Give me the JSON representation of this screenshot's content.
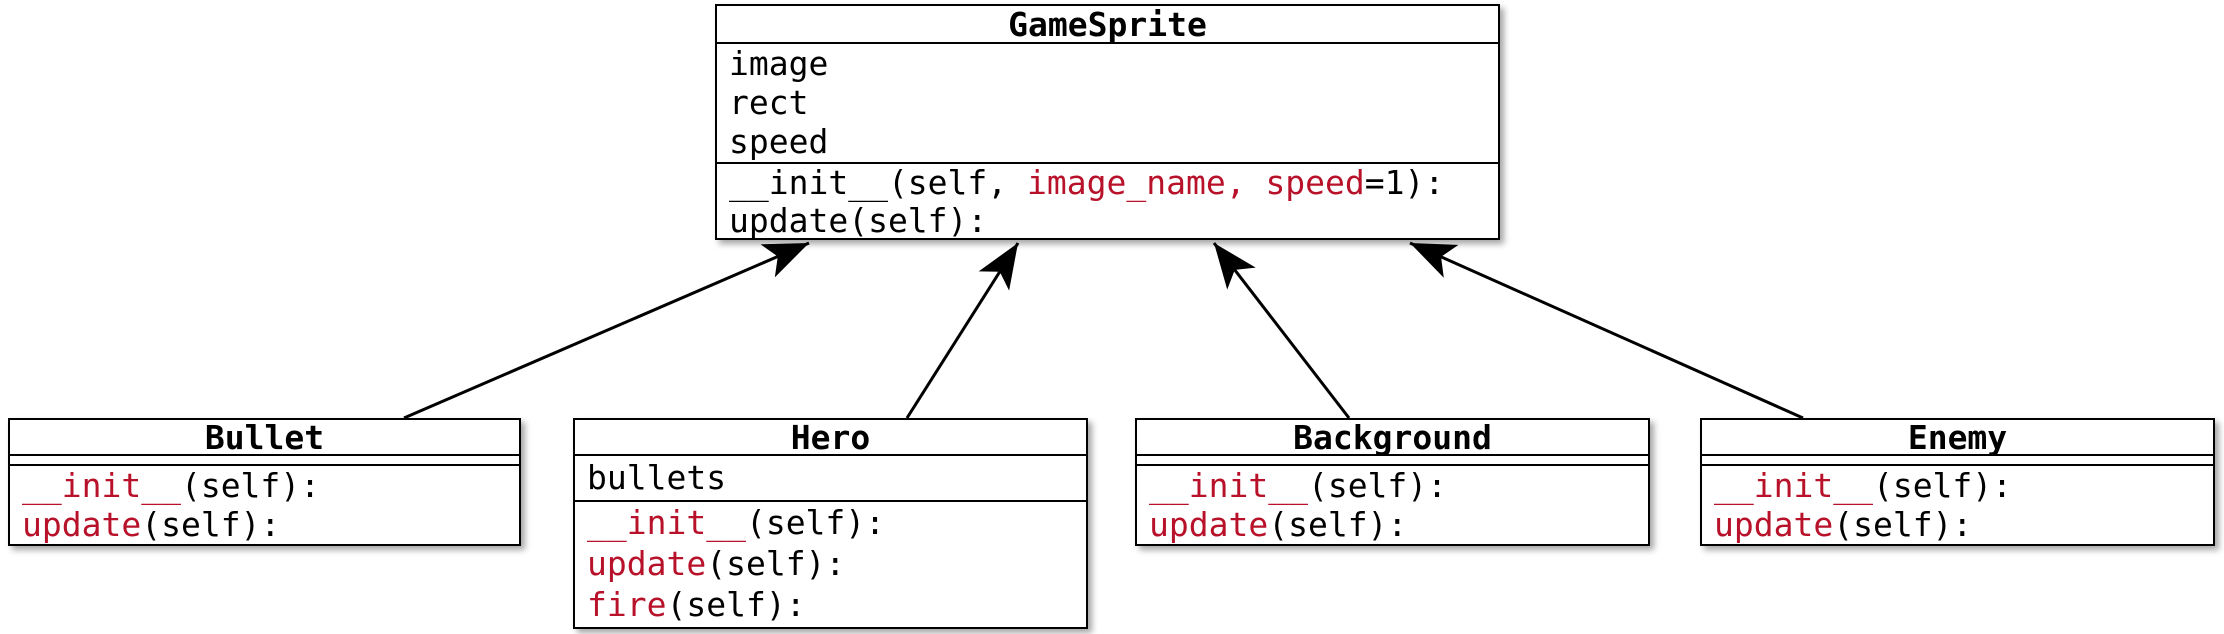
{
  "diagram": {
    "kind": "uml-class-inheritance",
    "colors": {
      "accent": "#B8122B",
      "plain": "#000000",
      "border": "#000000",
      "background": "#FFFFFF"
    },
    "classes": [
      {
        "id": "gamesprite",
        "name": "GameSprite",
        "attributes": [
          "image",
          "rect",
          "speed"
        ],
        "methods": [
          {
            "segments": [
              [
                "__init__(self, ",
                "plain"
              ],
              [
                "image_name,",
                "accent"
              ],
              [
                " ",
                "plain"
              ],
              [
                "speed",
                "accent"
              ],
              [
                "=1):",
                "plain"
              ]
            ]
          },
          {
            "segments": [
              [
                "update(self):",
                "plain"
              ]
            ]
          }
        ]
      },
      {
        "id": "bullet",
        "name": "Bullet",
        "attributes": [],
        "methods": [
          {
            "segments": [
              [
                "__init__",
                "accent"
              ],
              [
                "(self):",
                "plain"
              ]
            ]
          },
          {
            "segments": [
              [
                "update",
                "accent"
              ],
              [
                "(self):",
                "plain"
              ]
            ]
          }
        ]
      },
      {
        "id": "hero",
        "name": "Hero",
        "attributes": [
          "bullets"
        ],
        "methods": [
          {
            "segments": [
              [
                "__init__",
                "accent"
              ],
              [
                "(self):",
                "plain"
              ]
            ]
          },
          {
            "segments": [
              [
                "update",
                "accent"
              ],
              [
                "(self):",
                "plain"
              ]
            ]
          },
          {
            "segments": [
              [
                "fire",
                "accent"
              ],
              [
                "(self):",
                "plain"
              ]
            ]
          }
        ]
      },
      {
        "id": "background",
        "name": "Background",
        "attributes": [],
        "methods": [
          {
            "segments": [
              [
                "__init__",
                "accent"
              ],
              [
                "(self):",
                "plain"
              ]
            ]
          },
          {
            "segments": [
              [
                "update",
                "accent"
              ],
              [
                "(self):",
                "plain"
              ]
            ]
          }
        ]
      },
      {
        "id": "enemy",
        "name": "Enemy",
        "attributes": [],
        "methods": [
          {
            "segments": [
              [
                "__init__",
                "accent"
              ],
              [
                "(self):",
                "plain"
              ]
            ]
          },
          {
            "segments": [
              [
                "update",
                "accent"
              ],
              [
                "(self):",
                "plain"
              ]
            ]
          }
        ]
      }
    ],
    "relations": [
      {
        "from": "bullet",
        "to": "gamesprite"
      },
      {
        "from": "hero",
        "to": "gamesprite"
      },
      {
        "from": "background",
        "to": "gamesprite"
      },
      {
        "from": "enemy",
        "to": "gamesprite"
      }
    ]
  }
}
